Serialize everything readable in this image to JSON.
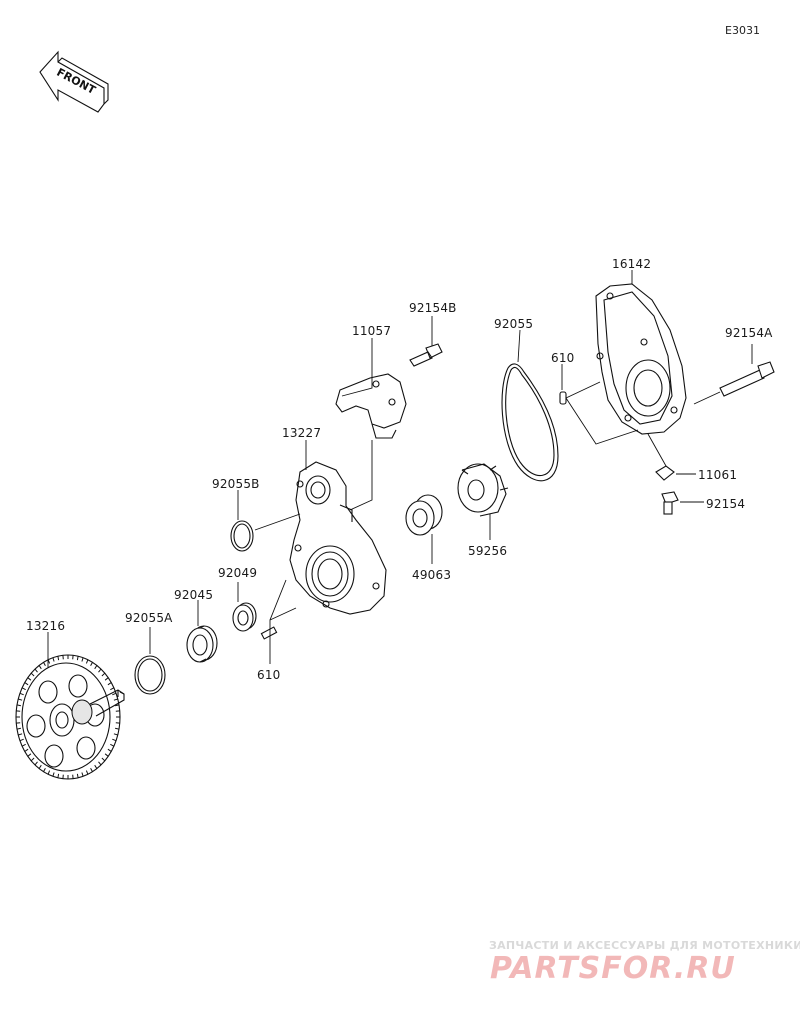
{
  "diagram_code": "E3031",
  "front_arrow_text": "FRONT",
  "parts": {
    "p13216": "13216",
    "p92055A": "92055A",
    "p92045": "92045",
    "p92049": "92049",
    "p92055B": "92055B",
    "p610_lower": "610",
    "p13227": "13227",
    "p11057": "11057",
    "p92154B": "92154B",
    "p49063": "49063",
    "p59256": "59256",
    "p92055": "92055",
    "p610_upper": "610",
    "p16142": "16142",
    "p92154A": "92154A",
    "p11061": "11061",
    "p92154": "92154"
  },
  "watermark": {
    "tagline": "ЗАПЧАСТИ И АКСЕССУАРЫ ДЛЯ МОТОТЕХНИКИ",
    "logo": "PARTSFOR.RU"
  },
  "colors": {
    "line": "#111111",
    "watermark_logo": "#f2b8b8",
    "watermark_text": "#d9d9d9"
  }
}
